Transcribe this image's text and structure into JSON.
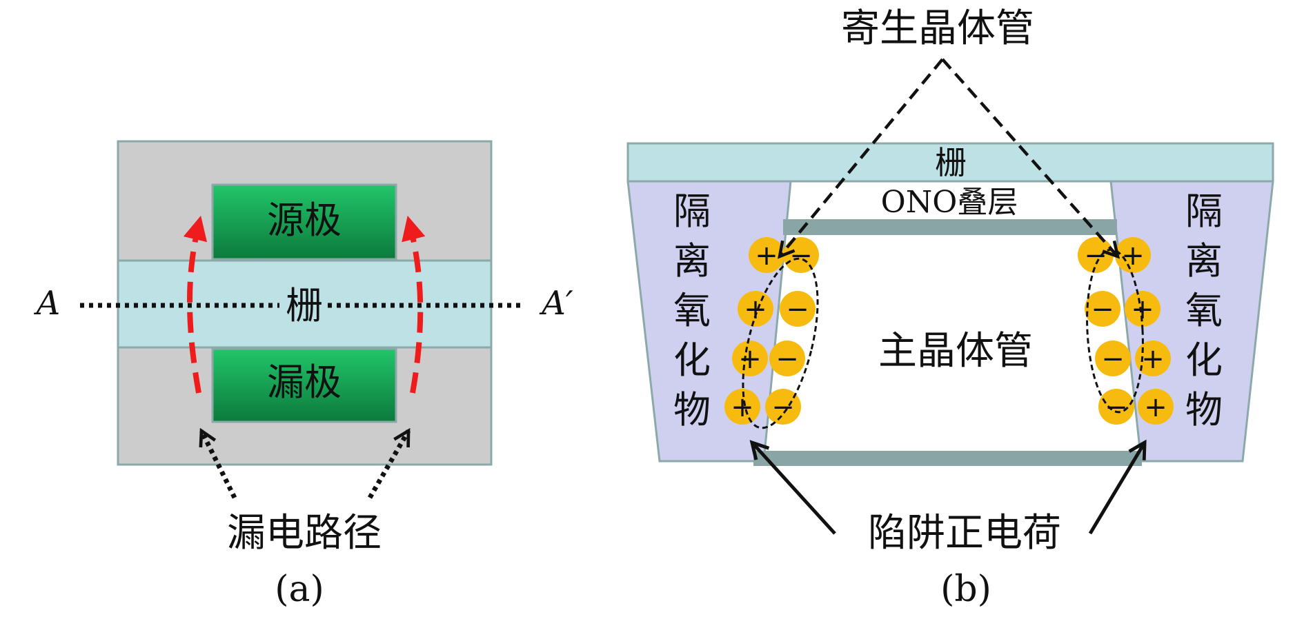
{
  "panel_a": {
    "source_label": "源极",
    "gate_label": "栅",
    "drain_label": "漏极",
    "axis_left": "A",
    "axis_right": "A′",
    "leakage_label": "漏电路径",
    "caption": "(a)"
  },
  "panel_b": {
    "parasitic_label": "寄生晶体管",
    "gate_label": "栅",
    "ono_label": "ONO叠层",
    "main_label": "主晶体管",
    "isolation_left": [
      "隔",
      "离",
      "氧",
      "化",
      "物"
    ],
    "isolation_right": [
      "隔",
      "离",
      "氧",
      "化",
      "物"
    ],
    "trapped_label": "陷阱正电荷",
    "caption": "(b)",
    "plus_sign": "+",
    "minus_sign": "−"
  },
  "colors": {
    "gray_bg": "#cccccc",
    "gate": "#bde1e4",
    "electrode_top": "#22c56a",
    "electrode_bottom": "#0c7a3c",
    "isolation": "#cfd0ef",
    "ono_bar": "#8aa5a5",
    "charge": "#f7bb10",
    "leak_arrow": "#ee1c1c"
  }
}
